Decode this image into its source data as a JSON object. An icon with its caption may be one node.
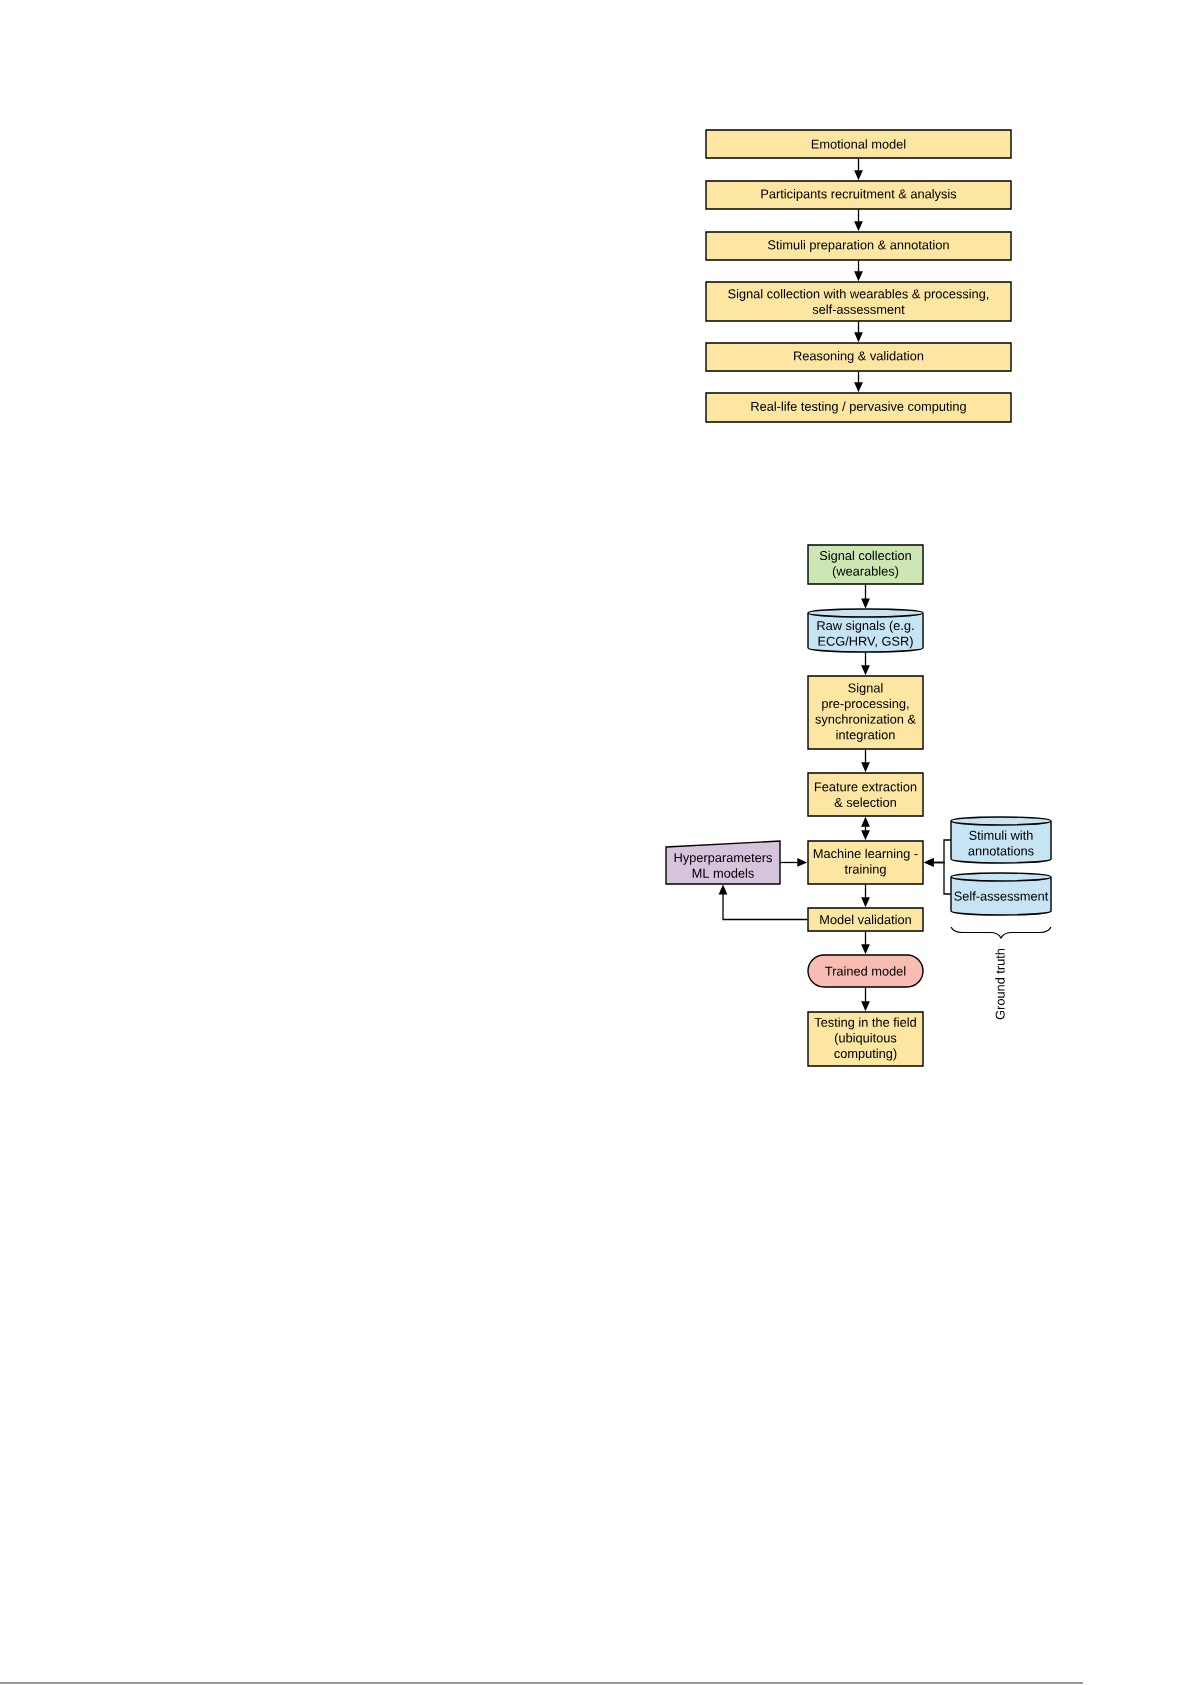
{
  "diagram": {
    "nodes": [
      {
        "text": [
          "Emotional model"
        ]
      },
      {
        "text": [
          "Participants recruitment & analysis"
        ]
      },
      {
        "text": [
          "Stimuli preparation & annotation"
        ]
      },
      {
        "text": [
          "Signal collection with wearables & processing, self-assessment"
        ]
      },
      {
        "text": [
          "Reasoning & validation"
        ]
      },
      {
        "text": [
          "Real-life testing / pervasive computing"
        ]
      },
      {
        "text": [
          "Signal collection (wearables)"
        ]
      },
      {
        "text": [
          "Raw signals (e.g. ECG/HRV, GSR)"
        ]
      },
      {
        "text": [
          "Signal pre-processing, synchronization & integration"
        ]
      },
      {
        "text": [
          "Feature extraction & selection"
        ]
      },
      {
        "text": [
          "Hyperparameters ML models"
        ]
      },
      {
        "text": [
          "Machine learning - training"
        ]
      },
      {
        "text": [
          "Stimuli with annotations"
        ]
      },
      {
        "text": [
          "Self-assessment"
        ]
      },
      {
        "text": [
          "Model validation"
        ]
      },
      {
        "text": [
          "Trained model"
        ]
      },
      {
        "text": [
          "Testing in the field (ubiquitous computing)"
        ]
      }
    ],
    "edges": [
      {
        "from": 0,
        "to": 1,
        "arrow": "to"
      },
      {
        "from": 1,
        "to": 2,
        "arrow": "to"
      },
      {
        "from": 2,
        "to": 3,
        "arrow": "to"
      },
      {
        "from": 3,
        "to": 4,
        "arrow": "to"
      },
      {
        "from": 4,
        "to": 5,
        "arrow": "to"
      },
      {
        "from": 6,
        "to": 7,
        "arrow": "to"
      },
      {
        "from": 7,
        "to": 8,
        "arrow": "to"
      },
      {
        "from": 8,
        "to": 9,
        "arrow": "to"
      },
      {
        "from": 9,
        "to": 11,
        "arrow": "both"
      },
      {
        "from": 10,
        "to": 11,
        "arrow": "to"
      },
      {
        "from": 12,
        "to": 11,
        "arrow": "to"
      },
      {
        "from": 13,
        "to": 11,
        "arrow": "to"
      },
      {
        "from": 11,
        "to": 14,
        "arrow": "to"
      },
      {
        "from": 14,
        "to": 10,
        "arrow": "to"
      },
      {
        "from": 14,
        "to": 15,
        "arrow": "to"
      },
      {
        "from": 15,
        "to": 16,
        "arrow": "to"
      }
    ],
    "labels": [
      "Ground truth"
    ]
  }
}
